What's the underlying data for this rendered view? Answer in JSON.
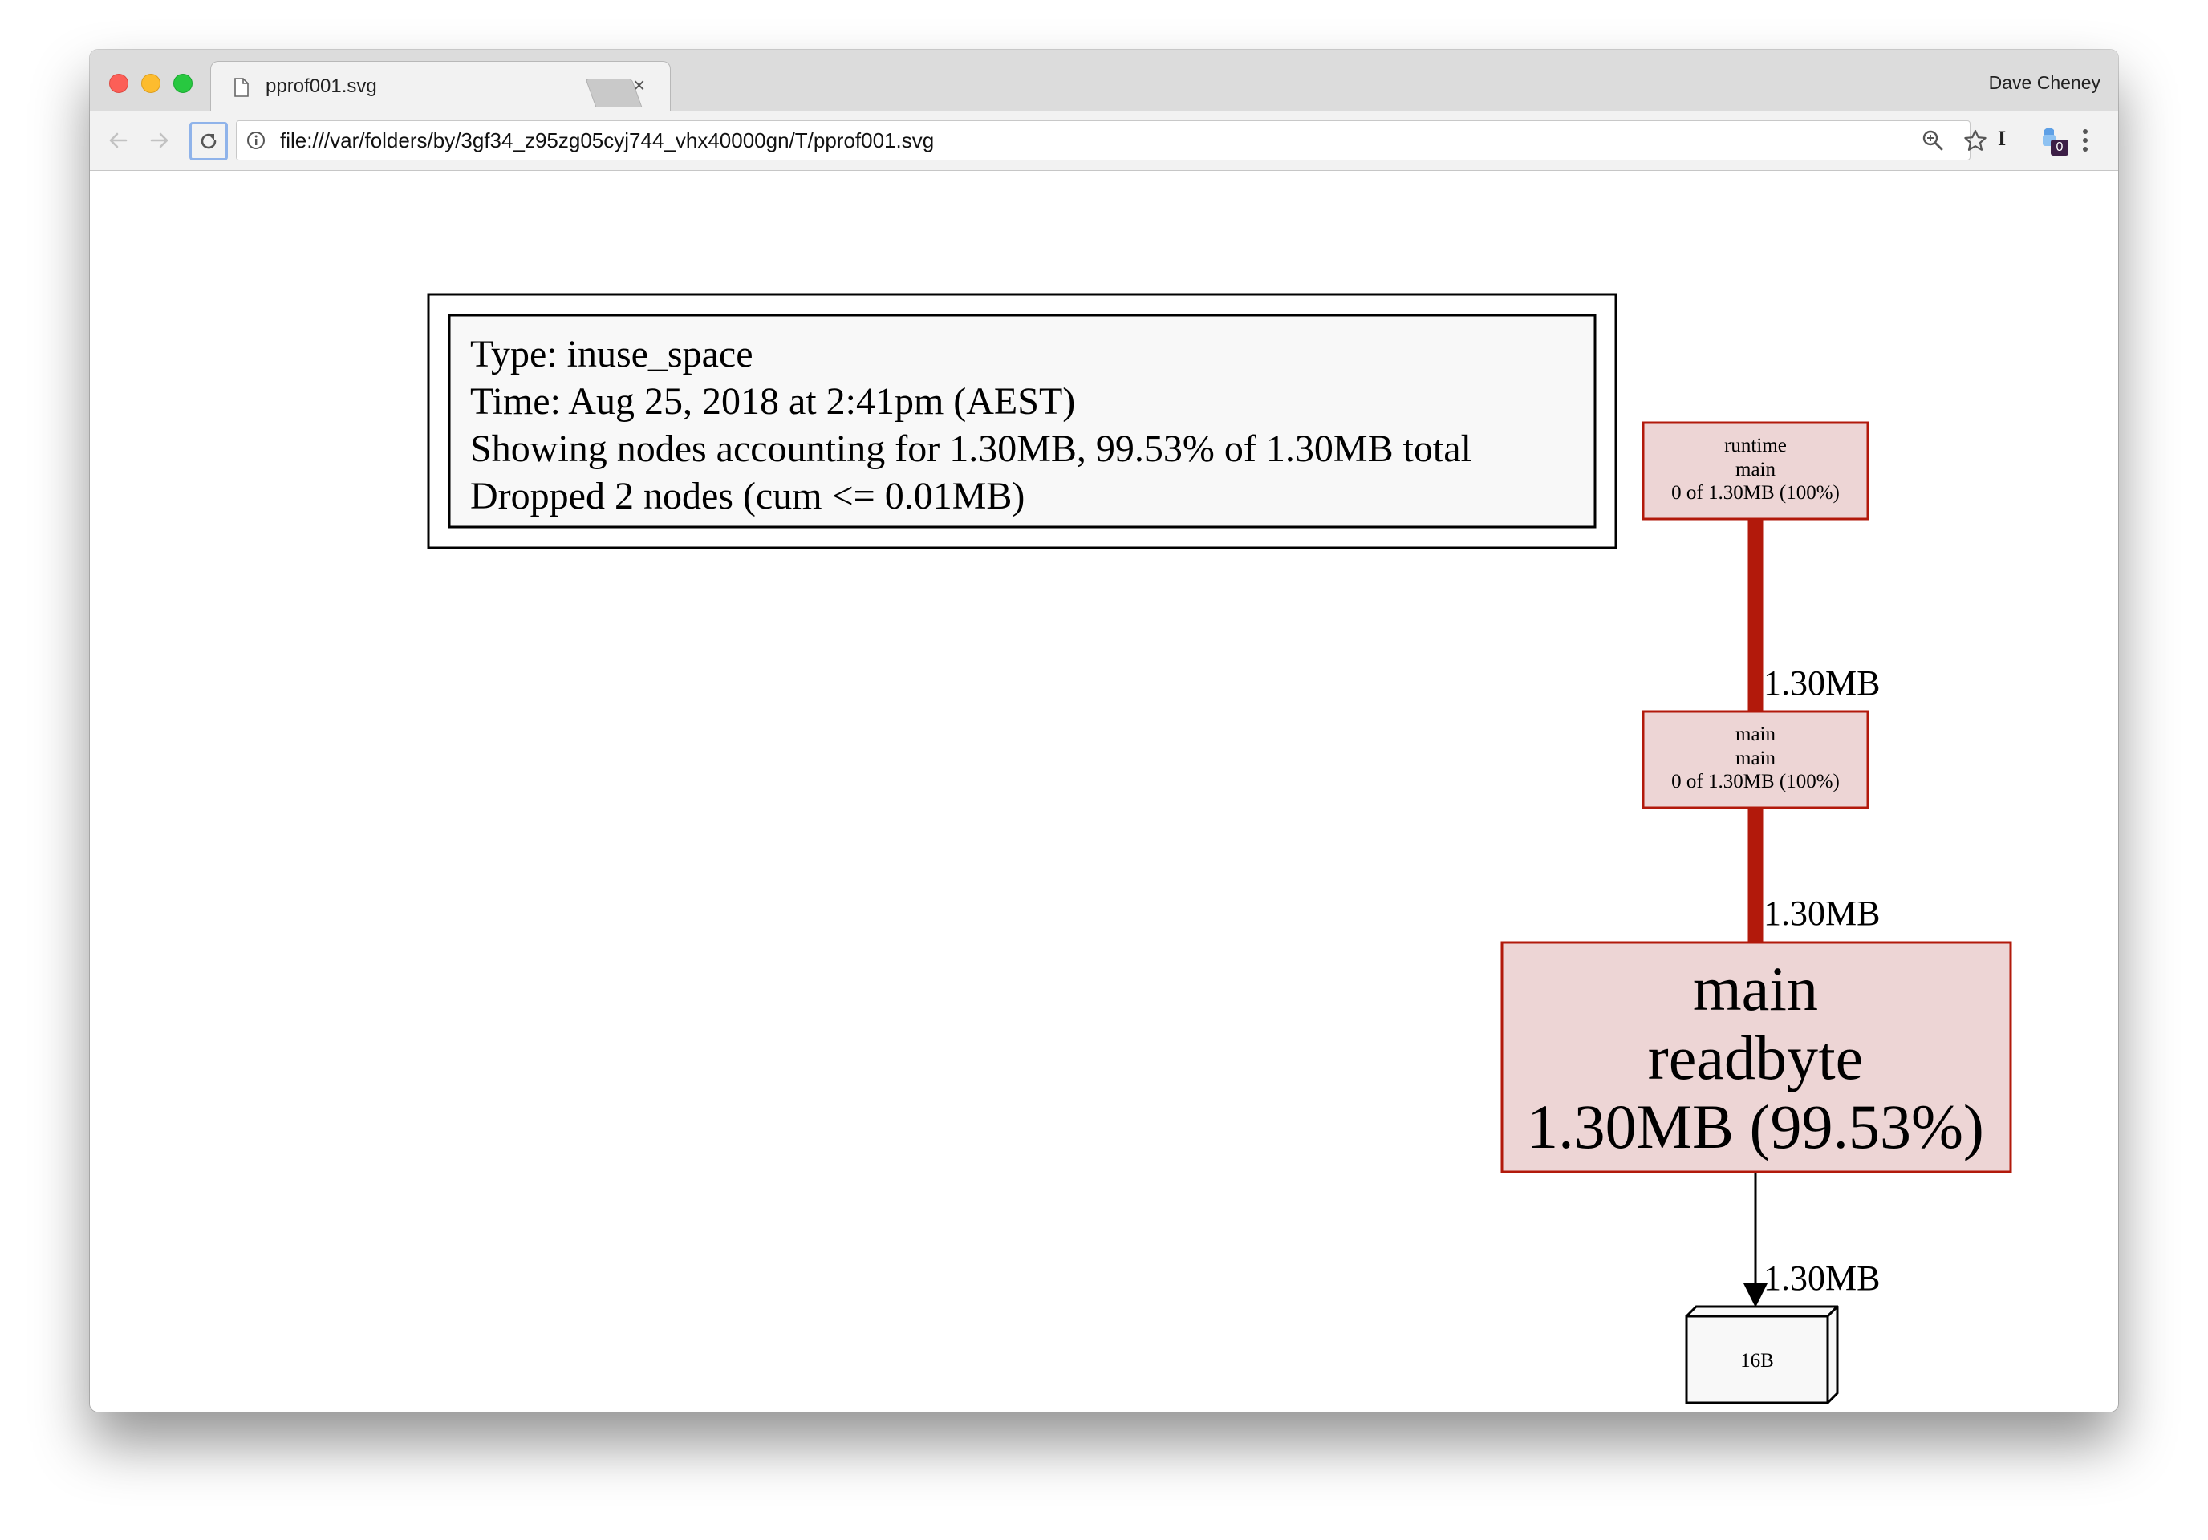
{
  "browser": {
    "tab_title": "pprof001.svg",
    "tab_close": "×",
    "profile_name": "Dave Cheney",
    "url": "file:///var/folders/by/3gf34_z95zg05cyj744_vhx40000gn/T/pprof001.svg",
    "extension_letter": "I",
    "extension_badge": "0"
  },
  "legend": {
    "lines": [
      "Type: inuse_space",
      "Time: Aug 25, 2018 at 2:41pm (AEST)",
      "Showing nodes accounting for 1.30MB, 99.53% of 1.30MB total",
      "Dropped 2 nodes (cum <= 0.01MB)"
    ]
  },
  "graph": {
    "nodes": [
      {
        "lines": [
          "runtime",
          "main",
          "0 of 1.30MB (100%)"
        ],
        "fill": "#edd5d5",
        "stroke": "#b2190b"
      },
      {
        "lines": [
          "main",
          "main",
          "0 of 1.30MB (100%)"
        ],
        "fill": "#edd5d5",
        "stroke": "#b2190b"
      },
      {
        "lines": [
          "main",
          "readbyte",
          "1.30MB (99.53%)"
        ],
        "fill": "#edd5d5",
        "stroke": "#b2190b"
      },
      {
        "lines": [
          "16B"
        ],
        "fill": "#f8f8f8",
        "stroke": "#000000"
      }
    ],
    "edges": [
      {
        "label": "1.30MB",
        "color": "#b2190b"
      },
      {
        "label": "1.30MB",
        "color": "#b2190b"
      },
      {
        "label": "1.30MB",
        "color": "#000000"
      }
    ]
  }
}
